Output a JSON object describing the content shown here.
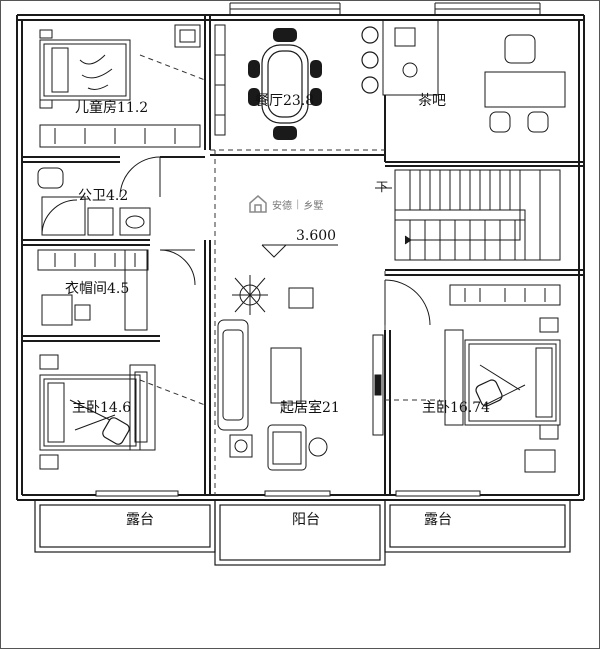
{
  "rooms": {
    "kids_room": "儿童房11.2",
    "dining": "餐厅23.8",
    "tea_bar": "茶吧",
    "public_bath": "公卫4.2",
    "cloakroom": "衣帽间4.5",
    "master_left": "主卧14.6",
    "living": "起居室21",
    "master_right": "主卧16.74",
    "terrace_left": "露台",
    "balcony": "阳台",
    "terrace_right": "露台"
  },
  "elevation": "3.600",
  "stair_mark": "下",
  "watermark": {
    "brand": "安德",
    "sub": "乡墅",
    "separator": "|"
  },
  "colors": {
    "line": "#1a1a1a",
    "thin": "#444444",
    "watermark": "#8a8a8a"
  }
}
